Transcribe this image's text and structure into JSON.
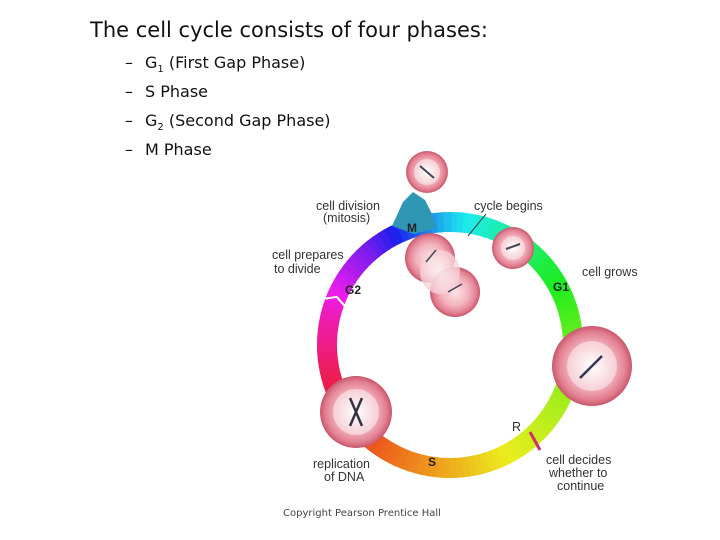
{
  "slide": {
    "title": "The cell cycle consists of four phases:",
    "bullets": [
      {
        "dash": "–",
        "main": "G",
        "sub": "1",
        "rest": " (First Gap Phase)"
      },
      {
        "dash": "–",
        "main": "S Phase",
        "sub": "",
        "rest": ""
      },
      {
        "dash": "–",
        "main": "G",
        "sub": "2",
        "rest": " (Second Gap Phase)"
      },
      {
        "dash": "–",
        "main": "M Phase",
        "sub": "",
        "rest": ""
      }
    ]
  },
  "diagram": {
    "phases": {
      "m": "M",
      "g1": "G1",
      "s": "S",
      "g2": "G2",
      "r": "R"
    },
    "labels": {
      "cell_division_1": "cell division",
      "cell_division_2": "(mitosis)",
      "cycle_begins": "cycle begins",
      "cell_prepares_1": "cell prepares",
      "cell_prepares_2": "to divide",
      "cell_grows": "cell grows",
      "replication_1": "replication",
      "replication_2": "of DNA",
      "cell_decides_1": "cell decides",
      "cell_decides_2": "whether to",
      "cell_decides_3": "continue"
    }
  },
  "footer": {
    "copyright": "Copyright Pearson Prentice Hall"
  }
}
